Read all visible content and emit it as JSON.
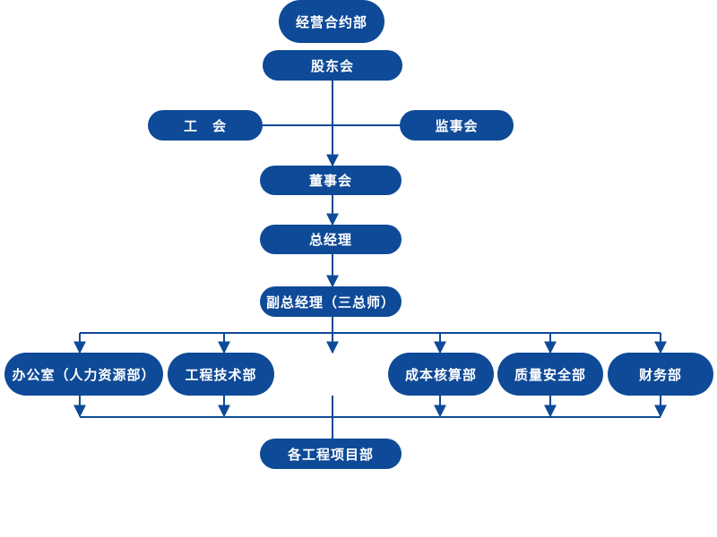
{
  "colors": {
    "node_fill": "#0e4a97",
    "line": "#0e4a97",
    "text": "#ffffff"
  },
  "nodes": {
    "shareholders": "股东会",
    "union": "工　会",
    "supervisors": "监事会",
    "board": "董事会",
    "gm": "总经理",
    "vgm": "副总经理（三总师）",
    "admin": "办公室（人力资源部）",
    "engineering": "工程技术部",
    "business": "经营合约部",
    "cost": "成本核算部",
    "quality": "质量安全部",
    "finance": "财务部",
    "projects": "各工程项目部"
  }
}
